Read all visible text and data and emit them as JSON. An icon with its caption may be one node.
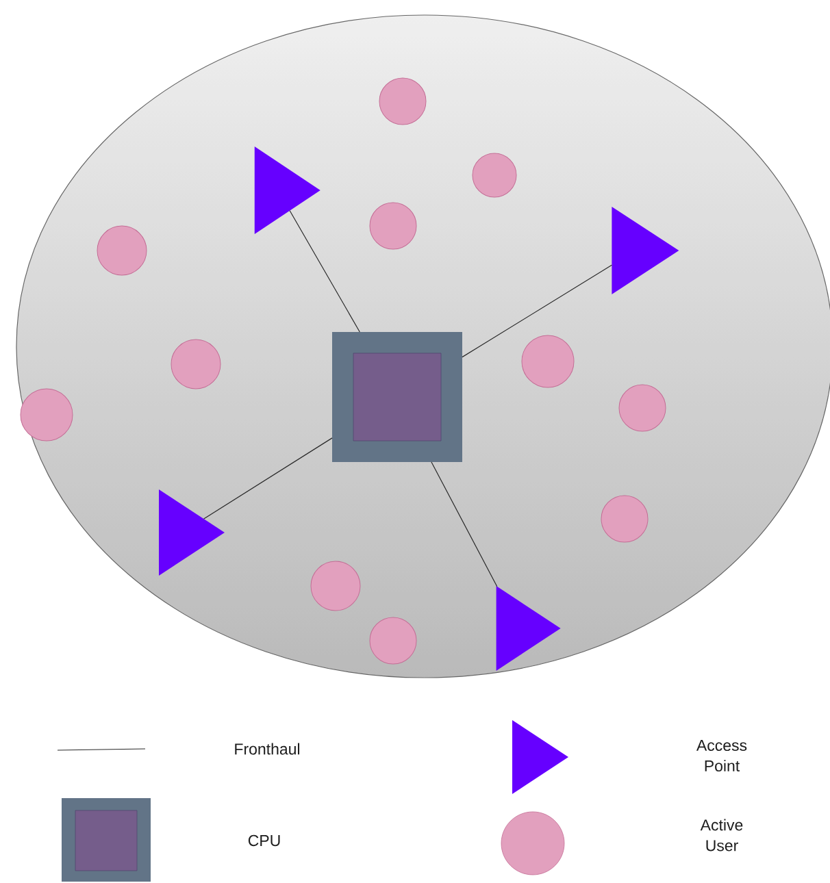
{
  "diagram": {
    "nodes": [
      {
        "text": [],
        "shape": "ellipse"
      },
      {
        "text": [],
        "shape": "box",
        "in": 0
      },
      {
        "text": [],
        "shape": "triangle",
        "in": 0
      },
      {
        "text": [],
        "shape": "triangle",
        "in": 0
      },
      {
        "text": [],
        "shape": "triangle",
        "in": 0
      },
      {
        "text": [],
        "shape": "triangle",
        "in": 0
      },
      {
        "text": [],
        "shape": "circle",
        "in": 0
      },
      {
        "text": [],
        "shape": "circle",
        "in": 0
      },
      {
        "text": [],
        "shape": "circle",
        "in": 0
      },
      {
        "text": [],
        "shape": "circle",
        "in": 0
      },
      {
        "text": [],
        "shape": "circle",
        "in": 0
      },
      {
        "text": [],
        "shape": "circle",
        "in": 0
      },
      {
        "text": [],
        "shape": "circle",
        "in": 0
      },
      {
        "text": [],
        "shape": "circle",
        "in": 0
      },
      {
        "text": [],
        "shape": "circle",
        "in": 0
      },
      {
        "text": [],
        "shape": "circle",
        "in": 0
      },
      {
        "text": [],
        "shape": "circle",
        "in": 0
      }
    ],
    "edges": [
      {
        "from": 1,
        "to": 2,
        "arrow": "none"
      },
      {
        "from": 1,
        "to": 3,
        "arrow": "none"
      },
      {
        "from": 1,
        "to": 4,
        "arrow": "none"
      },
      {
        "from": 1,
        "to": 5,
        "arrow": "none"
      }
    ],
    "legend": [
      {
        "text": "Fronthaul"
      },
      {
        "text": "Access Point"
      },
      {
        "text": "CPU"
      },
      {
        "text": "Active User"
      }
    ]
  }
}
